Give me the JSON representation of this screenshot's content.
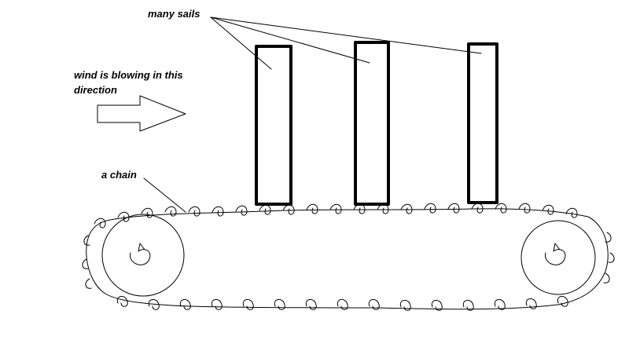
{
  "labels": {
    "sails": "many sails",
    "wind_line1": "wind is blowing in this",
    "wind_line2": "direction",
    "chain": "a chain"
  },
  "colors": {
    "ink": "#000000",
    "background": "#ffffff"
  }
}
